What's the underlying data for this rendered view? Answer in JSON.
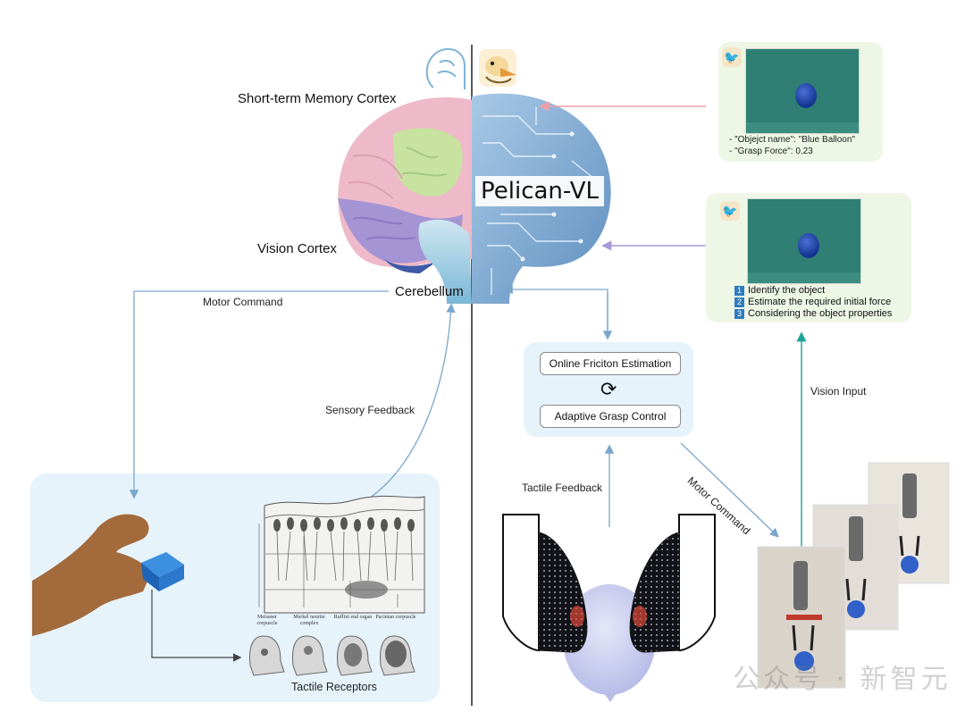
{
  "labels": {
    "short_term_memory": "Short-term Memory Cortex",
    "vision_cortex": "Vision Cortex",
    "cerebellum": "Cerebellum",
    "pelican": "Pelican-VL",
    "motor_command_left": "Motor Command",
    "sensory_feedback": "Sensory Feedback",
    "tactile_receptors": "Tactile Receptors",
    "tactile_feedback": "Tactile Feedback",
    "motor_command_right": "Motor Command",
    "vision_input": "Vision Input"
  },
  "memory_panel": {
    "lines": [
      "- \"Objejct name\": \"Blue Balloon\"",
      "- \"Grasp Force\": 0.23"
    ]
  },
  "reasoning_panel": {
    "steps": [
      {
        "num": "1",
        "text": "Identify the object"
      },
      {
        "num": "2",
        "text": "Estimate the required initial force"
      },
      {
        "num": "3",
        "text": "Considering the object properties"
      }
    ]
  },
  "control_loop": {
    "top": "Online Friciton Estimation",
    "bottom": "Adaptive Grasp Control",
    "cycle_icon": "⟳"
  },
  "receptors": [
    {
      "name": "Meissner corpuscle"
    },
    {
      "name": "Merkel neurite complex"
    },
    {
      "name": "Ruffini end organ"
    },
    {
      "name": "Pacinian corpuscle"
    }
  ],
  "watermark": "公众号 · 新智元",
  "icons": [
    "brain-head-icon",
    "pelican-logo-icon",
    "cycle-icon"
  ],
  "colors": {
    "pink_arrow": "#f0a0a8",
    "purple_arrow": "#a89ad6",
    "teal_arrow": "#1fa596",
    "blue_arrow": "#7aa6cc",
    "panel_blue": "#e6f3fb",
    "panel_green": "#eef7e6"
  }
}
